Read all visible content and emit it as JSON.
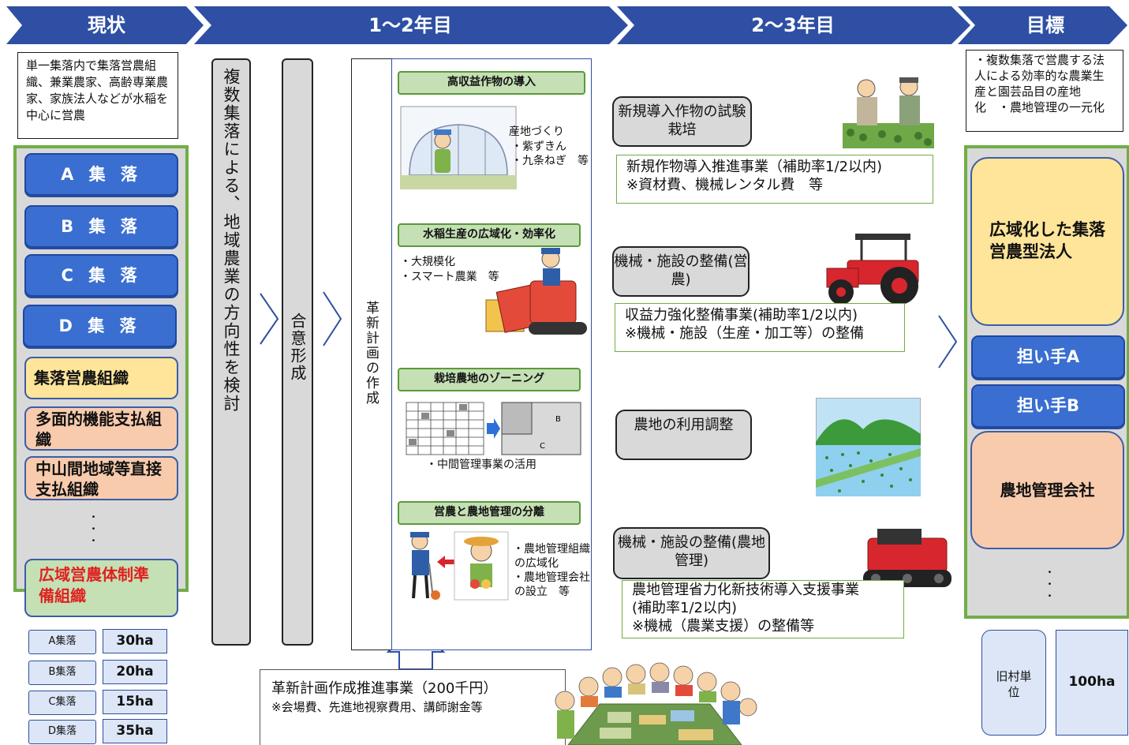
{
  "stages": [
    "現状",
    "1～2年目",
    "2～3年目",
    "目標"
  ],
  "current": {
    "description": "単一集落内で集落営農組織、兼業農家、高齢専業農家、家族法人などが水稲を中心に営農",
    "villages": [
      "A 集 落",
      "B 集 落",
      "C 集 落",
      "D 集 落"
    ],
    "org_farming": "集落営農組織",
    "multi_function": "多面的機能支払組織",
    "mountain": "中山間地域等直接支払組織",
    "dots": "・・・",
    "wide_area": "広域営農体制準備組織",
    "areas": [
      {
        "label": "A集落",
        "value": "30ha"
      },
      {
        "label": "B集落",
        "value": "20ha"
      },
      {
        "label": "C集落",
        "value": "15ha"
      },
      {
        "label": "D集落",
        "value": "35ha"
      }
    ]
  },
  "year12": {
    "study": "複数集落による、地域農業の方向性を検討",
    "consensus": "合意形成",
    "plan": "革新計画の作成",
    "sections": [
      {
        "title": "高収益作物の導入",
        "lines": [
          "産地づくり",
          "・紫ずきん",
          "・九条ねぎ　等"
        ]
      },
      {
        "title": "水稲生産の広域化・効率化",
        "lines": [
          "・大規模化",
          "・スマート農業　等"
        ]
      },
      {
        "title": "栽培農地のゾーニング",
        "lines": [
          "・中間管理事業の活用"
        ]
      },
      {
        "title": "営農と農地管理の分離",
        "lines": [
          "・農地管理組織",
          "の広域化",
          "・農地管理会社",
          "の設立　等"
        ]
      }
    ],
    "support": {
      "title": "革新計画作成推進事業（200千円）",
      "note": "※会場費、先進地視察費用、講師謝金等"
    }
  },
  "year23": {
    "items": [
      {
        "box": "新規導入作物の試験栽培",
        "detail": [
          "新規作物導入推進事業（補助率1/2以内)",
          "※資材費、機械レンタル費　等"
        ]
      },
      {
        "box": "機械・施設の整備(営農)",
        "detail": [
          "収益力強化整備事業(補助率1/2以内)",
          "※機械・施設（生産・加工等）の整備"
        ]
      },
      {
        "box": "農地の利用調整",
        "detail": []
      },
      {
        "box": "機械・施設の整備(農地管理)",
        "detail": [
          "農地管理省力化新技術導入支援事業",
          "(補助率1/2以内)",
          "※機械（農業支援）の整備等"
        ]
      }
    ]
  },
  "goal": {
    "description": "・複数集落で営農する法人による効率的な農業生産と園芸品目の産地化　・農地管理の一元化",
    "corporation": "広域化した集落営農型法人",
    "leaderA": "担い手A",
    "leaderB": "担い手B",
    "company": "農地管理会社",
    "dots": "・・・",
    "unit": "旧村単位",
    "unit_value": "100ha"
  },
  "colors": {
    "arrow": "#2e4fa3",
    "green": "#70ad47",
    "blue": "#3a6fd1",
    "yellow": "#ffe599",
    "orange": "#f8cbad",
    "lightgreen": "#c5e0b4",
    "gray": "#d9d9d9"
  }
}
